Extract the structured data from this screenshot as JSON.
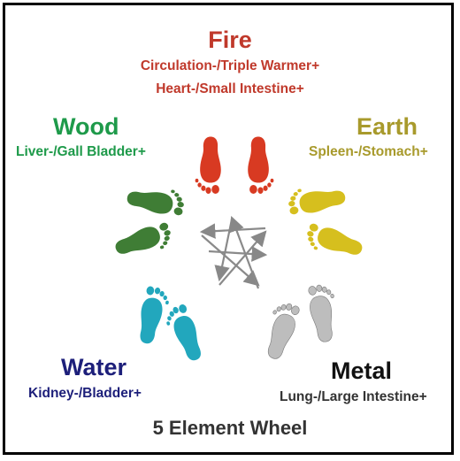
{
  "elements": {
    "fire": {
      "name": "Fire",
      "line1": "Circulation-/Triple Warmer+",
      "line2": "Heart-/Small Intestine+",
      "color": "#c0392b"
    },
    "wood": {
      "name": "Wood",
      "line1": "Liver-/Gall Bladder+",
      "color": "#1e9a4a"
    },
    "earth": {
      "name": "Earth",
      "line1": "Spleen-/Stomach+",
      "color": "#a89a2c"
    },
    "water": {
      "name": "Water",
      "line1": "Kidney-/Bladder+",
      "color": "#1d1f7a"
    },
    "metal": {
      "name": "Metal",
      "line1": "Lung-/Large Intestine+",
      "color": "#333333"
    }
  },
  "footer": {
    "title": "5 Element Wheel"
  },
  "footprint_colors": {
    "fire": "#d83a22",
    "wood": "#3f7d35",
    "earth": "#d6bf1e",
    "water": "#22a7bd",
    "metal": "#b9b9b9"
  }
}
